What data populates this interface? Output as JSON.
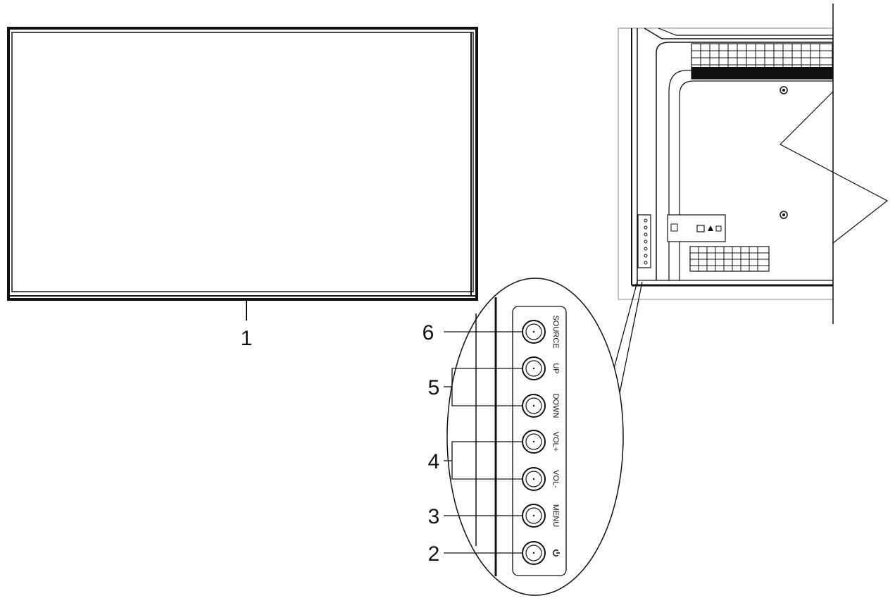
{
  "callouts": [
    {
      "id": "1",
      "label": "1"
    },
    {
      "id": "2",
      "label": "2"
    },
    {
      "id": "3",
      "label": "3"
    },
    {
      "id": "4",
      "label": "4"
    },
    {
      "id": "5",
      "label": "5"
    },
    {
      "id": "6",
      "label": "6"
    }
  ],
  "buttons": [
    {
      "name": "source",
      "label": "SOURCE"
    },
    {
      "name": "up",
      "label": "UP"
    },
    {
      "name": "down",
      "label": "DOWN"
    },
    {
      "name": "vol-plus",
      "label": "VOL+"
    },
    {
      "name": "vol-minus",
      "label": "VOL-"
    },
    {
      "name": "menu",
      "label": "MENU"
    },
    {
      "name": "power",
      "label": "",
      "icon": "power-icon"
    }
  ],
  "colors": {
    "line": "#111111",
    "background": "#ffffff",
    "panel_outline": "#999999"
  }
}
